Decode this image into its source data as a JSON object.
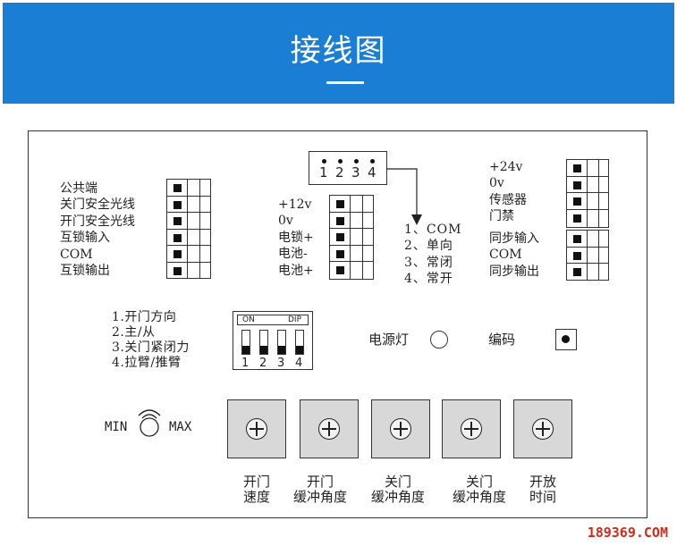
{
  "header": {
    "title": "接线图"
  },
  "left_terminal": {
    "labels": [
      "公共端",
      "关门安全光线",
      "开门安全光线",
      "互锁输入",
      "COM",
      "互锁输出"
    ]
  },
  "power_terminal": {
    "labels": [
      "+12v",
      "0v",
      "电锁+",
      "电池-",
      "电池+"
    ]
  },
  "pin_header": {
    "pins": [
      "1",
      "2",
      "3",
      "4"
    ]
  },
  "pin_legend": {
    "lines": [
      "1、COM",
      "2、单向",
      "3、常闭",
      "4、常开"
    ]
  },
  "right_top_terminal": {
    "labels": [
      "+24v",
      "0v",
      "传感器",
      "门禁"
    ]
  },
  "right_bottom_terminal": {
    "labels": [
      "同步输入",
      "COM",
      "同步输出"
    ]
  },
  "dip_legend": {
    "lines": [
      "1.开门方向",
      "2.主/从",
      "3.关门紧闭力",
      "4.拉臂/推臂"
    ]
  },
  "dip_switch": {
    "on_label": "ON",
    "dip_label": "DIP",
    "numbers": [
      "1",
      "2",
      "3",
      "4"
    ]
  },
  "power_led": {
    "label": "电源灯"
  },
  "encoder": {
    "label": "编码"
  },
  "range": {
    "min": "MIN",
    "max": "MAX"
  },
  "knobs": [
    {
      "line1": "开门",
      "line2": "速度"
    },
    {
      "line1": "开门",
      "line2": "缓冲角度"
    },
    {
      "line1": "关门",
      "line2": "缓冲角度"
    },
    {
      "line1": "关门",
      "line2": "缓冲角度"
    },
    {
      "line1": "开放",
      "line2": "时间"
    }
  ],
  "watermark": {
    "text": "189369.COM"
  },
  "colors": {
    "banner": "#1a7fd4",
    "watermark": "#d42a1a",
    "knob_fill": "#d8d8d8"
  }
}
